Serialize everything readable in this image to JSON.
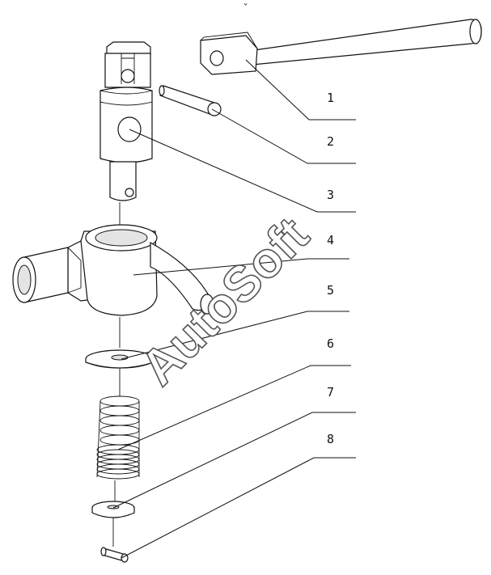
{
  "diagram": {
    "labels": [
      "1",
      "2",
      "3",
      "4",
      "5",
      "6",
      "7",
      "8"
    ],
    "top_mark": "ˇ"
  },
  "watermark": {
    "text": "AutoSoft"
  }
}
